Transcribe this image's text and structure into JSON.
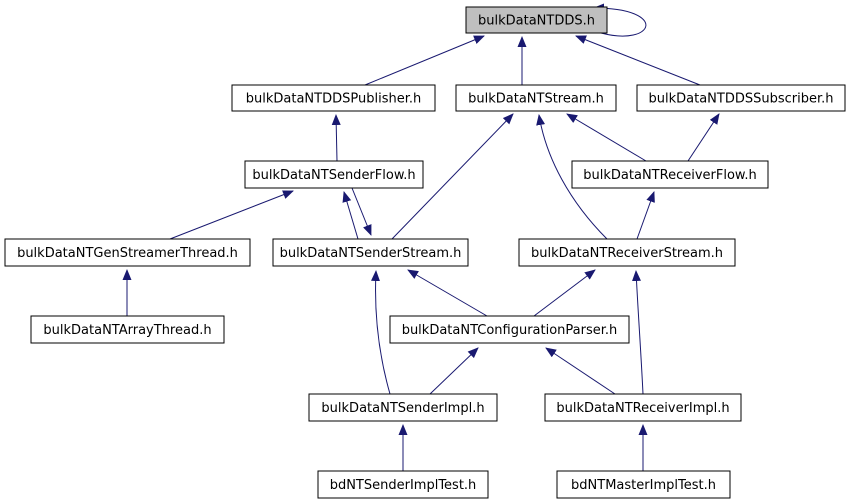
{
  "diagram": {
    "kind": "include-dependency-graph",
    "colors": {
      "background": "#ffffff",
      "edge": "#191970",
      "node_fill": "#ffffff",
      "node_border": "#000000",
      "highlighted_node_fill": "#bfbfbf",
      "text": "#000000"
    },
    "nodes": [
      {
        "id": "dds",
        "label": "bulkDataNTDDS.h",
        "highlighted": true
      },
      {
        "id": "publisher",
        "label": "bulkDataNTDDSPublisher.h",
        "highlighted": false
      },
      {
        "id": "stream",
        "label": "bulkDataNTStream.h",
        "highlighted": false
      },
      {
        "id": "subscriber",
        "label": "bulkDataNTDDSSubscriber.h",
        "highlighted": false
      },
      {
        "id": "senderflow",
        "label": "bulkDataNTSenderFlow.h",
        "highlighted": false
      },
      {
        "id": "receiverflow",
        "label": "bulkDataNTReceiverFlow.h",
        "highlighted": false
      },
      {
        "id": "genstreamer",
        "label": "bulkDataNTGenStreamerThread.h",
        "highlighted": false
      },
      {
        "id": "senderstream",
        "label": "bulkDataNTSenderStream.h",
        "highlighted": false
      },
      {
        "id": "receiverstream",
        "label": "bulkDataNTReceiverStream.h",
        "highlighted": false
      },
      {
        "id": "arraythread",
        "label": "bulkDataNTArrayThread.h",
        "highlighted": false
      },
      {
        "id": "configparser",
        "label": "bulkDataNTConfigurationParser.h",
        "highlighted": false
      },
      {
        "id": "senderimpl",
        "label": "bulkDataNTSenderImpl.h",
        "highlighted": false
      },
      {
        "id": "receiverimpl",
        "label": "bulkDataNTReceiverImpl.h",
        "highlighted": false
      },
      {
        "id": "sendertest",
        "label": "bdNTSenderImplTest.h",
        "highlighted": false
      },
      {
        "id": "mastertest",
        "label": "bdNTMasterImplTest.h",
        "highlighted": false
      }
    ],
    "edges": [
      {
        "from": "publisher",
        "to": "dds"
      },
      {
        "from": "stream",
        "to": "dds"
      },
      {
        "from": "subscriber",
        "to": "dds"
      },
      {
        "from": "dds",
        "to": "dds"
      },
      {
        "from": "senderflow",
        "to": "publisher"
      },
      {
        "from": "senderstream",
        "to": "stream"
      },
      {
        "from": "receiverstream",
        "to": "stream"
      },
      {
        "from": "receiverflow",
        "to": "stream"
      },
      {
        "from": "receiverflow",
        "to": "subscriber"
      },
      {
        "from": "genstreamer",
        "to": "senderflow"
      },
      {
        "from": "senderstream",
        "to": "senderflow"
      },
      {
        "from": "senderflow",
        "to": "senderstream"
      },
      {
        "from": "receiverstream",
        "to": "receiverflow"
      },
      {
        "from": "arraythread",
        "to": "genstreamer"
      },
      {
        "from": "configparser",
        "to": "senderstream"
      },
      {
        "from": "configparser",
        "to": "receiverstream"
      },
      {
        "from": "senderimpl",
        "to": "senderstream"
      },
      {
        "from": "senderimpl",
        "to": "configparser"
      },
      {
        "from": "receiverimpl",
        "to": "configparser"
      },
      {
        "from": "receiverimpl",
        "to": "receiverstream"
      },
      {
        "from": "sendertest",
        "to": "senderimpl"
      },
      {
        "from": "mastertest",
        "to": "receiverimpl"
      }
    ]
  }
}
